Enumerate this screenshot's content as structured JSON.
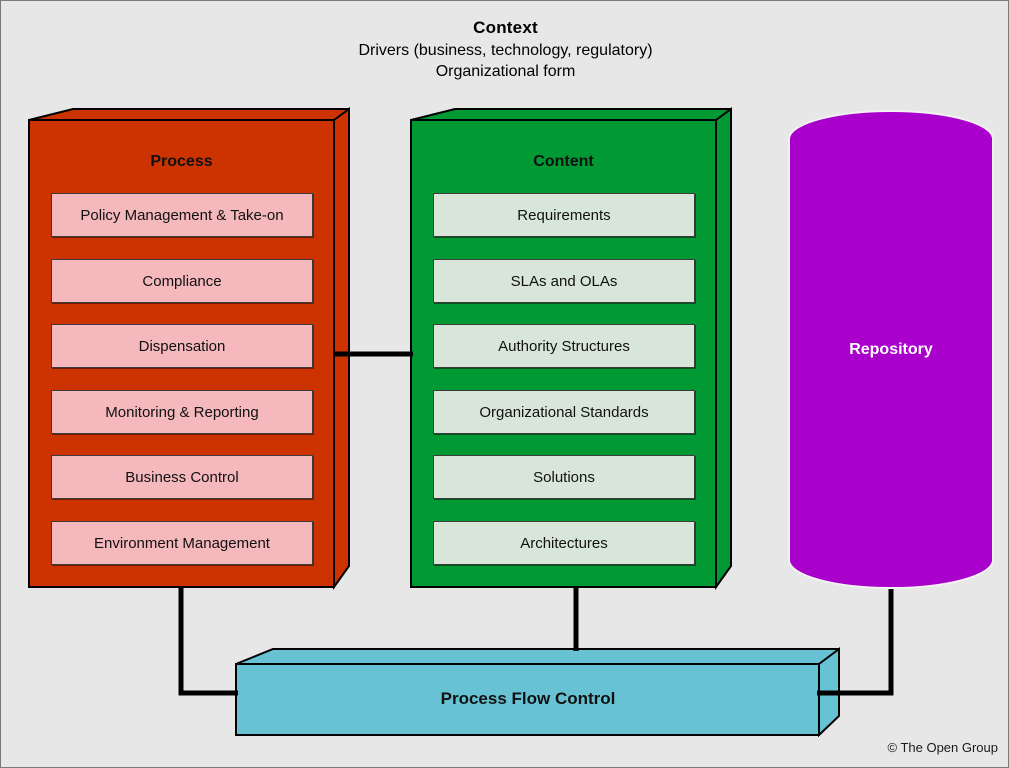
{
  "diagram": {
    "background_color": "#e7e7e7",
    "border_color": "#7a7a7a"
  },
  "context": {
    "title": "Context",
    "line1": "Drivers (business, technology, regulatory)",
    "line2": "Organizational form"
  },
  "process_pillar": {
    "title": "Process",
    "fill_color": "#cc3300",
    "item_fill_color": "#f5b8bd",
    "items": [
      {
        "label": "Policy Management & Take-on"
      },
      {
        "label": "Compliance"
      },
      {
        "label": "Dispensation"
      },
      {
        "label": "Monitoring & Reporting"
      },
      {
        "label": "Business Control"
      },
      {
        "label": "Environment Management"
      }
    ]
  },
  "content_pillar": {
    "title": "Content",
    "fill_color": "#009933",
    "item_fill_color": "#d8e6da",
    "items": [
      {
        "label": "Requirements"
      },
      {
        "label": "SLAs and OLAs"
      },
      {
        "label": "Authority Structures"
      },
      {
        "label": "Organizational Standards"
      },
      {
        "label": "Solutions"
      },
      {
        "label": "Architectures"
      }
    ]
  },
  "repository": {
    "label": "Repository",
    "fill_color": "#aa00cc",
    "text_color": "#ffffff",
    "shape": "cylinder"
  },
  "process_flow_control": {
    "label": "Process Flow Control",
    "fill_color": "#67c3d4",
    "shape": "3d-box"
  },
  "footer": {
    "copyright": "© The Open Group"
  }
}
